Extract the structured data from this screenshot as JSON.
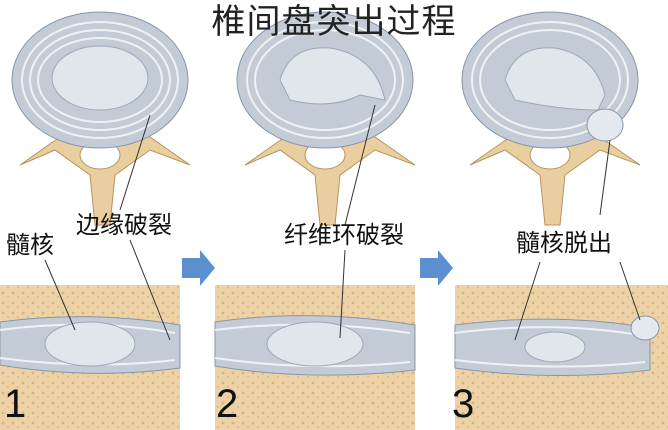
{
  "title": "椎间盘突出过程",
  "labels": {
    "nucleus": "髓核",
    "edge_rupture": "边缘破裂",
    "annulus_rupture": "纤维环破裂",
    "nucleus_prolapse": "髓核脱出"
  },
  "steps": [
    "1",
    "2",
    "3"
  ],
  "colors": {
    "bone": "#e9cfa0",
    "disc": "#c9d3dc",
    "arrow": "#5b8fd0"
  }
}
